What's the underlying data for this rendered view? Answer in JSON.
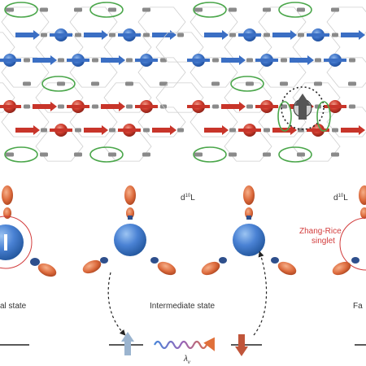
{
  "labels": {
    "initial_state": "al state",
    "intermediate_state": "Intermediate state",
    "final_state": "Fa",
    "config_left": "d",
    "config_left_sup": "10",
    "config_left_suffix": "L",
    "config_right": "d",
    "config_right_sup": "10",
    "config_right_suffix": "L",
    "zhang_rice_line1": "Zhang-Rice",
    "zhang_rice_line2": "singlet",
    "photon_main": "λ",
    "photon_sub": "v"
  },
  "colors": {
    "spin_up_blue": "#3b6fc4",
    "spin_down_red": "#c8352a",
    "oxygen_orbital": "#d9663a",
    "oxygen_grey": "#8a8a8a",
    "singlet_green": "#4aa64a",
    "zhang_rice_red": "#d23c3c",
    "lattice_line": "#c9c9c9",
    "arrow_up_light_blue": "#9bb4cf",
    "arrow_down_red": "#c0553a"
  }
}
